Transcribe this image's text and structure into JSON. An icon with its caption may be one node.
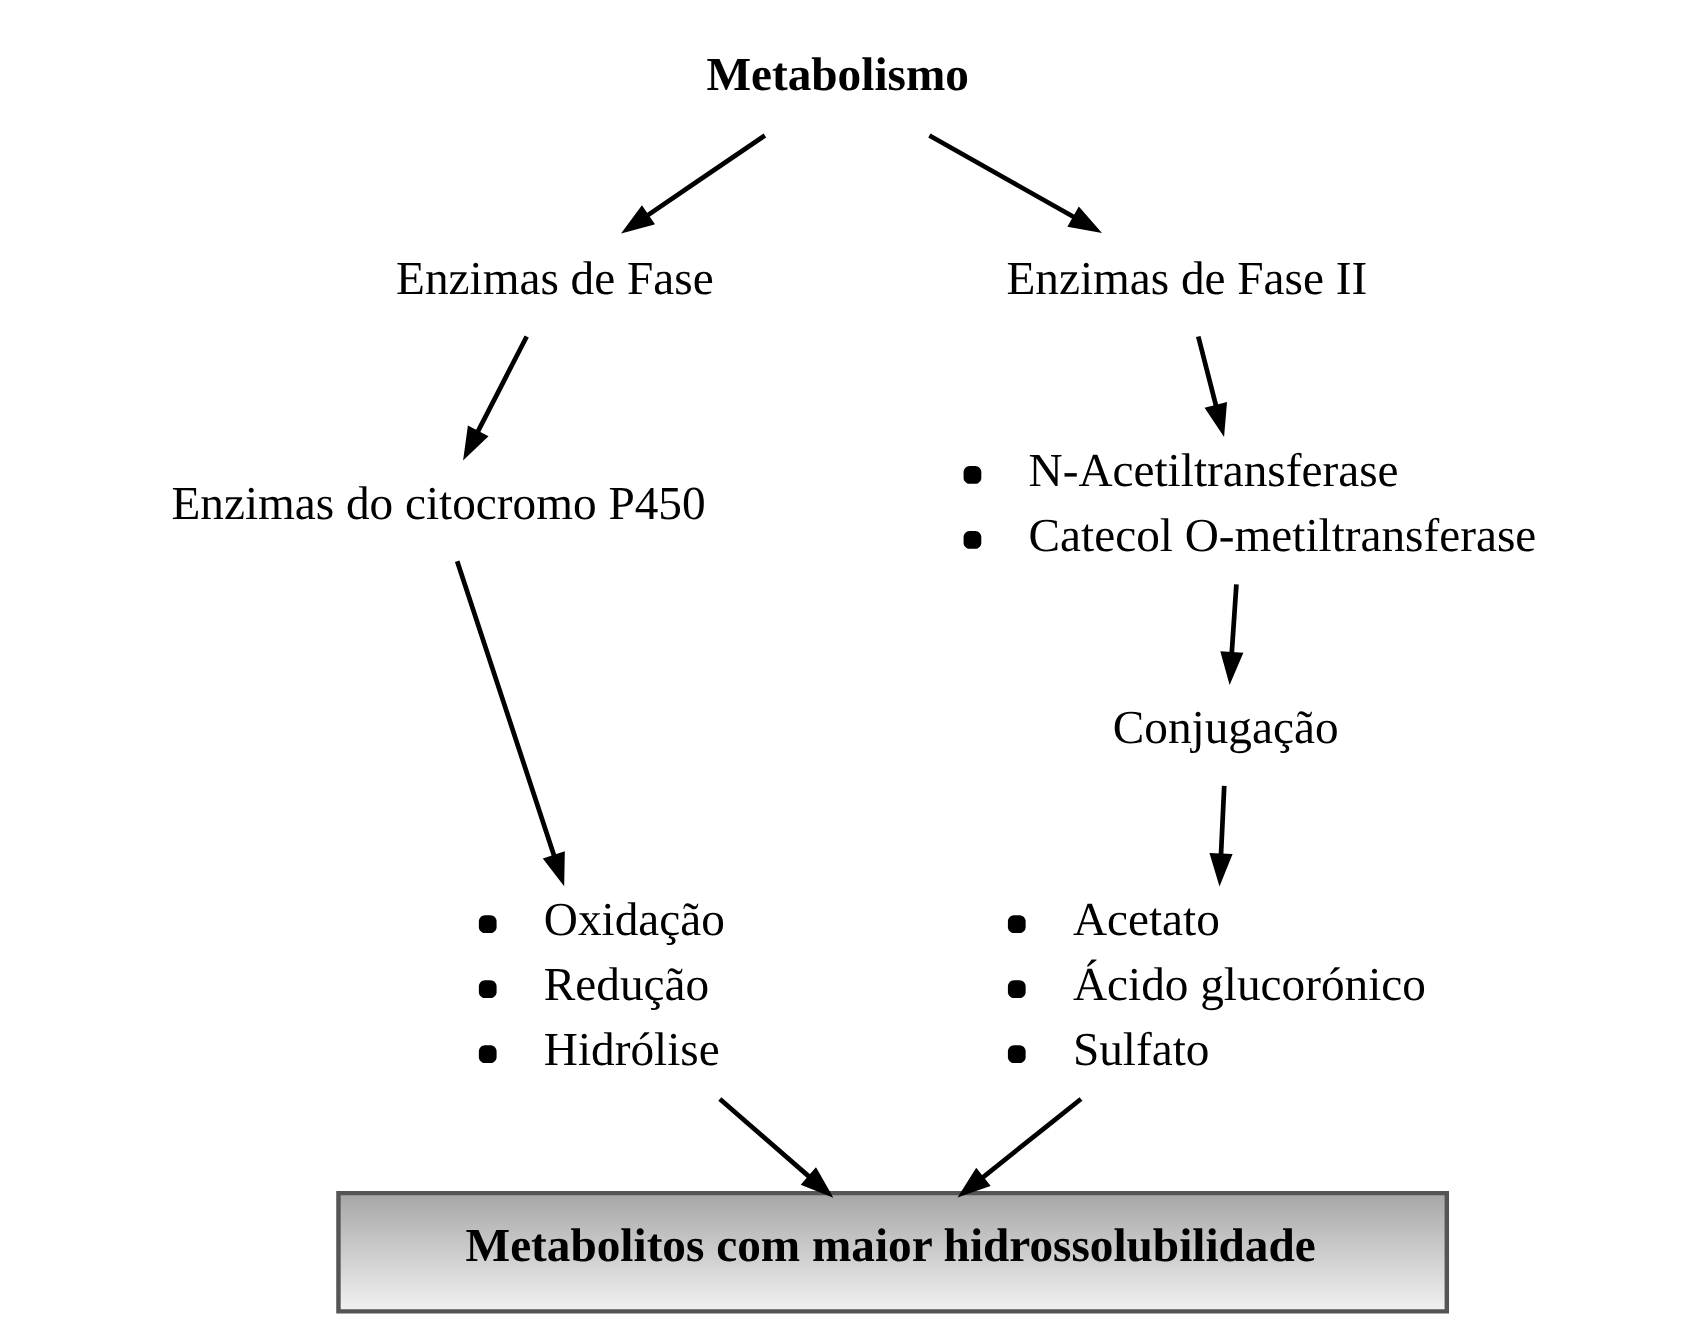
{
  "diagram": {
    "nodes": [
      {
        "text": [
          "Metabolismo"
        ]
      },
      {
        "text": [
          "Enzimas de Fase"
        ]
      },
      {
        "text": [
          "Enzimas de Fase II"
        ]
      },
      {
        "text": [
          "Enzimas do citocromo P450"
        ]
      },
      {
        "text": [
          "N-Acetiltransferase",
          "Catecol O-metiltransferase"
        ]
      },
      {
        "text": [
          "Oxidação",
          "Redução",
          "Hidrólise"
        ]
      },
      {
        "text": [
          "Conjugação"
        ]
      },
      {
        "text": [
          "Acetato",
          "Ácido glucorónico",
          "Sulfato"
        ]
      },
      {
        "text": [
          "Metabolitos com maior hidrossolubilidade"
        ]
      }
    ],
    "edges": [
      {
        "from": 0,
        "to": 1,
        "arrow": "to"
      },
      {
        "from": 0,
        "to": 2,
        "arrow": "to"
      },
      {
        "from": 1,
        "to": 3,
        "arrow": "to"
      },
      {
        "from": 3,
        "to": 5,
        "arrow": "to"
      },
      {
        "from": 5,
        "to": 8,
        "arrow": "to"
      },
      {
        "from": 2,
        "to": 4,
        "arrow": "to"
      },
      {
        "from": 4,
        "to": 6,
        "arrow": "to"
      },
      {
        "from": 6,
        "to": 7,
        "arrow": "to"
      },
      {
        "from": 7,
        "to": 8,
        "arrow": "to"
      }
    ]
  }
}
